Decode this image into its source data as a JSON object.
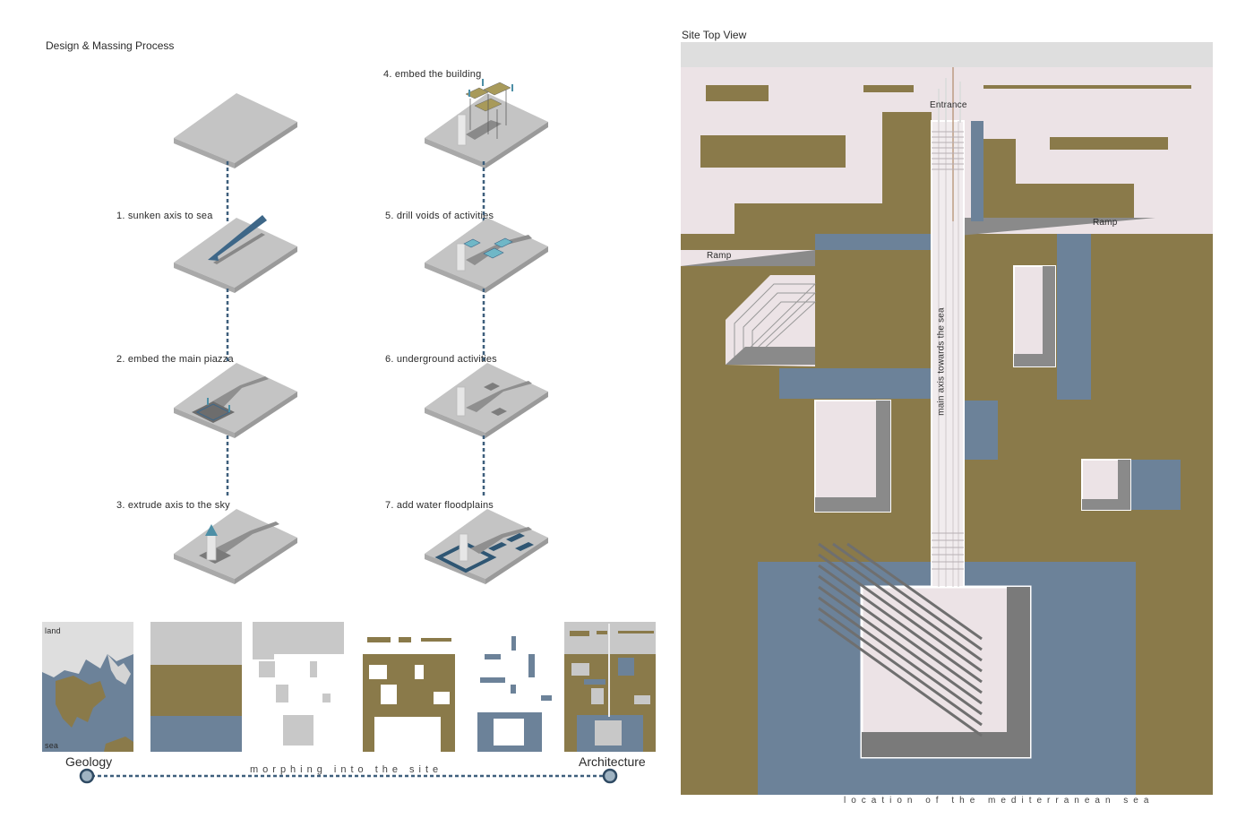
{
  "left": {
    "heading": "Design & Massing Process",
    "steps": [
      {
        "label": ""
      },
      {
        "label": "1. sunken axis to sea"
      },
      {
        "label": "2. embed the main piazza"
      },
      {
        "label": "3. extrude axis to the sky"
      },
      {
        "label": "4. embed the building"
      },
      {
        "label": "5. drill voids of activities"
      },
      {
        "label": "6. underground activities"
      },
      {
        "label": "7. add water floodplains"
      }
    ],
    "strip": {
      "land_label": "land",
      "sea_label": "sea",
      "start_label": "Geology",
      "end_label": "Architecture",
      "caption": "morphing into the site"
    }
  },
  "right": {
    "heading": "Site Top View",
    "labels": {
      "entrance": "Entrance",
      "ramp_left": "Ramp",
      "ramp_right": "Ramp",
      "axis": "main axis towards the sea"
    },
    "caption": "location of the mediterranean sea"
  },
  "colors": {
    "land": "#8a7a4a",
    "sea": "#6c8299",
    "pink": "#ece3e6",
    "grey": "#dcdcdc",
    "slab": "#c2c2c2",
    "dash": "#3e5f7c"
  }
}
